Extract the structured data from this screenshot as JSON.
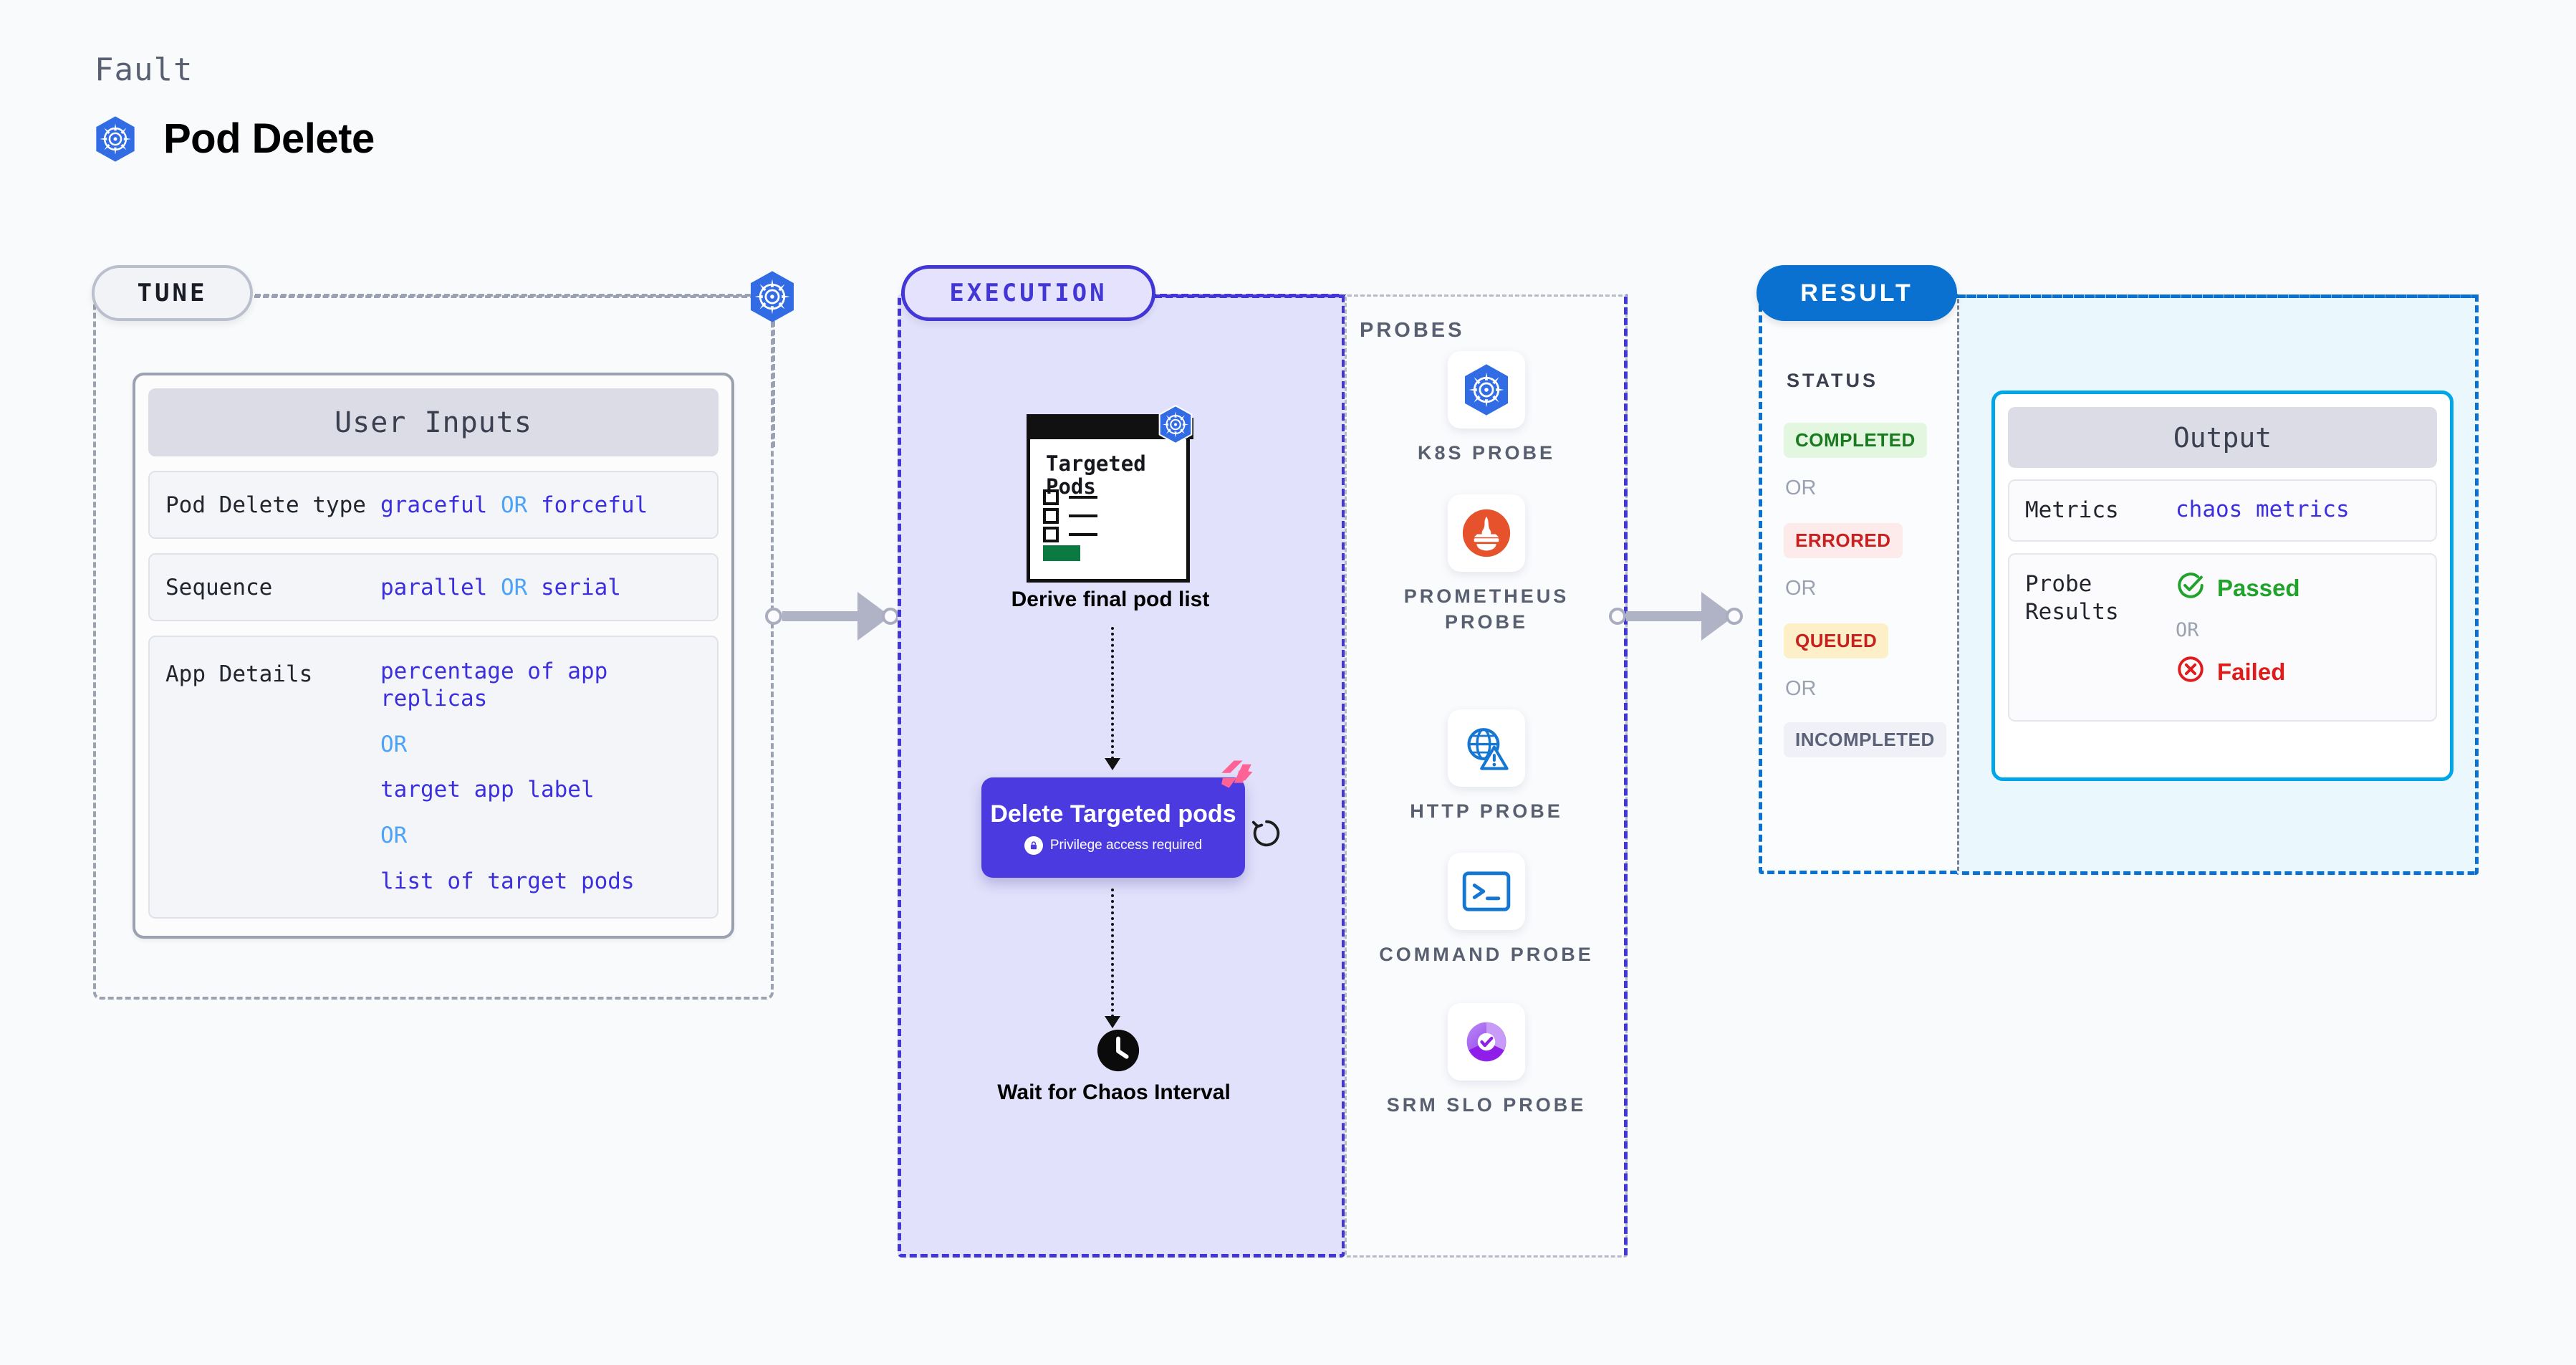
{
  "header": {
    "eyebrow": "Fault",
    "title": "Pod Delete",
    "icon": "kubernetes-icon"
  },
  "stages": {
    "tune": {
      "label": "TUNE",
      "badge_icon": "kubernetes-icon"
    },
    "execution": {
      "label": "EXECUTION"
    },
    "result": {
      "label": "RESULT"
    }
  },
  "tune": {
    "card_title": "User Inputs",
    "rows": [
      {
        "label": "Pod Delete type",
        "values": [
          "graceful",
          "forceful"
        ],
        "separator": "OR"
      },
      {
        "label": "Sequence",
        "values": [
          "parallel",
          "serial"
        ],
        "separator": "OR"
      }
    ],
    "app_details": {
      "label": "App Details",
      "options": [
        "percentage of app replicas",
        "target app label",
        "list of target pods"
      ],
      "separator": "OR"
    }
  },
  "execution": {
    "node_1": {
      "card_title": "Targeted Pods",
      "badge_icon": "kubernetes-icon",
      "caption": "Derive final pod list"
    },
    "node_2": {
      "title": "Delete Targeted pods",
      "note": "Privilege access required",
      "note_icon": "lock-icon",
      "corner_icon": "harness-chaos-icon",
      "side_icon": "reload-icon"
    },
    "node_3": {
      "icon": "clock-icon",
      "caption": "Wait for Chaos Interval"
    }
  },
  "probes": {
    "title": "PROBES",
    "items": [
      {
        "label": "K8S PROBE",
        "icon": "kubernetes-icon"
      },
      {
        "label": "PROMETHEUS PROBE",
        "icon": "prometheus-icon"
      },
      {
        "label": "HTTP PROBE",
        "icon": "globe-warning-icon"
      },
      {
        "label": "COMMAND PROBE",
        "icon": "terminal-icon"
      },
      {
        "label": "SRM SLO PROBE",
        "icon": "srm-slo-icon"
      }
    ]
  },
  "result": {
    "status_title": "STATUS",
    "separator": "OR",
    "statuses": [
      {
        "label": "COMPLETED",
        "color": "#1a7a20",
        "bg": "#e2f6e0"
      },
      {
        "label": "ERRORED",
        "color": "#c81f1f",
        "bg": "#fdeaea"
      },
      {
        "label": "QUEUED",
        "color": "#c81f1f",
        "bg": "#fdf0c8"
      },
      {
        "label": "INCOMPLETED",
        "color": "#5a6178",
        "bg": "#eff1f6"
      }
    ]
  },
  "output": {
    "card_title": "Output",
    "metrics": {
      "label": "Metrics",
      "value": "chaos metrics"
    },
    "probe_results": {
      "label": "Probe Results",
      "separator": "OR",
      "passed": {
        "label": "Passed",
        "icon": "check-circle-icon",
        "color": "#1fa32a"
      },
      "failed": {
        "label": "Failed",
        "icon": "x-circle-icon",
        "color": "#e01b1b"
      }
    }
  },
  "colors": {
    "accent_purple": "#4236d6",
    "accent_blue": "#0a71d0",
    "accent_cyan": "#00a6e6",
    "k8s_blue": "#326ce5",
    "pink": "#ff6396"
  }
}
